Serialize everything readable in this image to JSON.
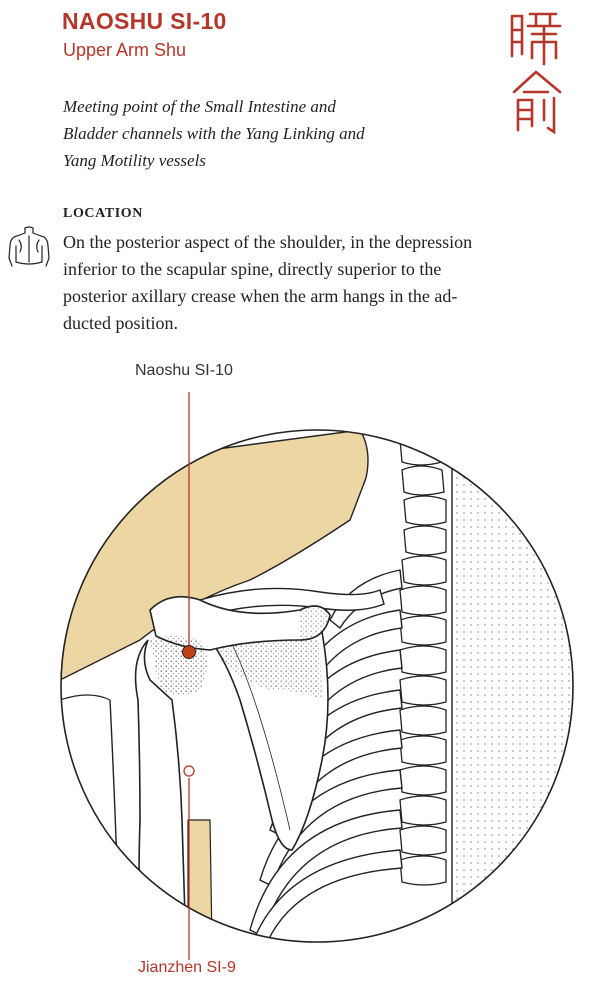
{
  "header": {
    "title": "NAOSHU SI-10",
    "subtitle": "Upper Arm Shu"
  },
  "description": {
    "lines": [
      "Meeting point of the Small Intestine and",
      "Bladder channels with the Yang Linking and",
      "Yang Motility vessels"
    ]
  },
  "location": {
    "heading": "LOCATION",
    "lines": [
      "On the posterior aspect of the shoulder, in the depression",
      "inferior to the scapular spine, directly superior to the",
      "posterior axillary crease when the arm hangs in the ad-",
      "ducted position."
    ]
  },
  "illustration": {
    "label_primary": "Naoshu SI-10",
    "label_secondary": "Jianzhen SI-9"
  },
  "colors": {
    "accent": "#b5362a",
    "point_fill": "#c0401a",
    "skin": "#ecd7a4"
  },
  "icons": {
    "chinese_characters": "chinese-characters-icon",
    "torso": "torso-back-icon"
  }
}
